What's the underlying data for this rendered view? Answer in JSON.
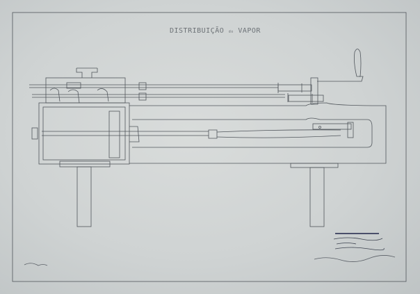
{
  "drawing": {
    "title_main": "DISTRIBUIÇÃO",
    "title_joiner": "do",
    "title_end": "VAPOR"
  },
  "colors": {
    "paper": "#d3d6d6",
    "ink": "#4a4f55"
  }
}
